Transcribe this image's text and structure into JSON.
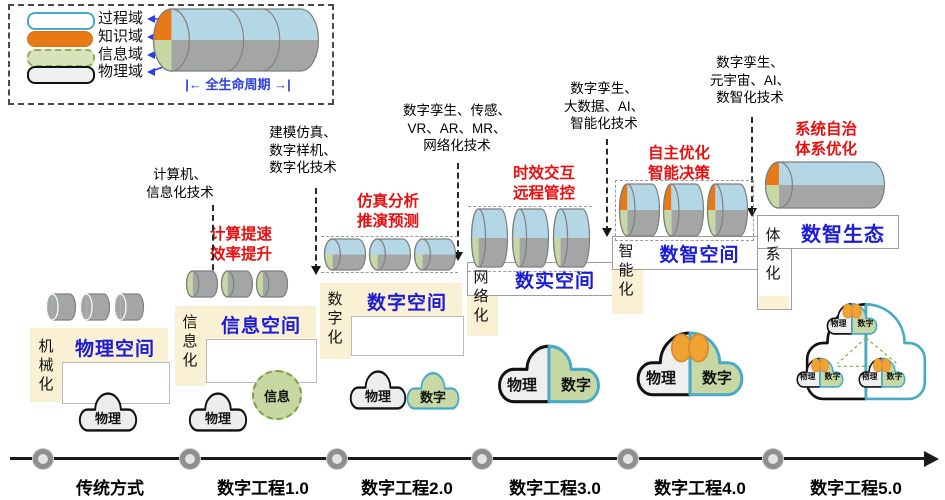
{
  "legend": {
    "items": [
      {
        "label": "过程域"
      },
      {
        "label": "知识域"
      },
      {
        "label": "信息域"
      },
      {
        "label": "物理域"
      }
    ],
    "lifecycle_label": "全生命周期",
    "span_left": "|←",
    "span_right": "→|"
  },
  "colors": {
    "accent_blue": "#1c1cd8",
    "accent_red": "#ea0f0f",
    "cream": "#faf0d3",
    "process_cyan": "#45abc8",
    "knowledge_orange": "#e87917",
    "info_green": "#c8d8a4",
    "physical_gray": "#a4a6a6",
    "sky_blue": "#b4d7e5",
    "cloud_gray": "#ededed",
    "brain_orange": "#f0a233"
  },
  "stages": [
    {
      "timeline_label": "传统方式",
      "space_label": "物理空间",
      "era_label": "机械化",
      "clouds": {
        "physical": "物理"
      }
    },
    {
      "timeline_label": "数字工程1.0",
      "space_label": "信息空间",
      "era_label": "信息化",
      "tech_lines": [
        "计算机、",
        "信息化技术"
      ],
      "benefit_lines": [
        "计算提速",
        "效率提升"
      ],
      "clouds": {
        "physical": "物理",
        "info": "信息"
      }
    },
    {
      "timeline_label": "数字工程2.0",
      "space_label": "数字空间",
      "era_label": "数字化",
      "tech_lines": [
        "建模仿真、",
        "数字样机、",
        "数字化技术"
      ],
      "benefit_lines": [
        "仿真分析",
        "推演预测"
      ],
      "clouds": {
        "physical": "物理",
        "digital": "数字"
      }
    },
    {
      "timeline_label": "数字工程3.0",
      "space_label": "数实空间",
      "era_label": "网络化",
      "tech_lines": [
        "数字孪生、传感、",
        "VR、AR、MR、",
        "网络化技术"
      ],
      "benefit_lines": [
        "时效交互",
        "远程管控"
      ],
      "clouds": {
        "physical": "物理",
        "digital": "数字"
      }
    },
    {
      "timeline_label": "数字工程4.0",
      "space_label": "数智空间",
      "era_label": "智能化",
      "tech_lines": [
        "数字孪生、",
        "大数据、AI、",
        "智能化技术"
      ],
      "benefit_lines": [
        "自主优化",
        "智能决策"
      ],
      "clouds": {
        "physical": "物理",
        "digital": "数字"
      }
    },
    {
      "timeline_label": "数字工程5.0",
      "space_label": "数智生态",
      "era_label": "体系化",
      "tech_lines": [
        "数字孪生、",
        "元宇宙、AI、",
        "数智化技术"
      ],
      "benefit_lines": [
        "系统自治",
        "体系优化"
      ],
      "clouds": {
        "physical": "物理",
        "digital": "数字"
      }
    }
  ]
}
